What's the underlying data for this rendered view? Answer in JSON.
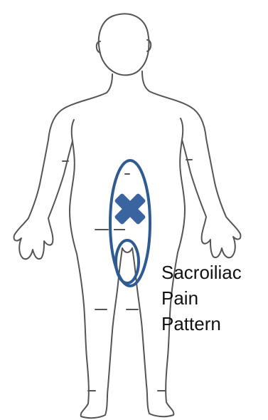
{
  "caption": {
    "line1": "Sacroiliac",
    "line2": "Pain",
    "line3": "Pattern"
  },
  "colors": {
    "marker": "#3a64a0",
    "outline": "#2f5a92",
    "body_line": "#555555"
  },
  "icons": {
    "pain_origin": "x-mark-icon"
  }
}
